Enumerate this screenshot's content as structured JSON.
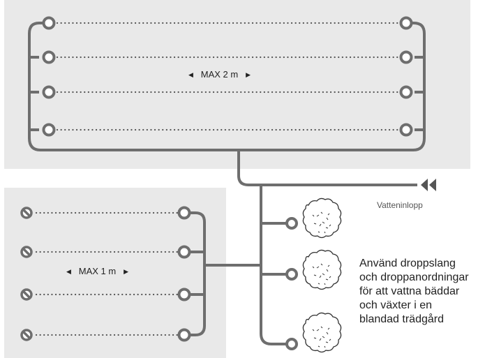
{
  "top_zone": {
    "max_label": "MAX 2 m",
    "left_arrow": "◀",
    "right_arrow": "▶"
  },
  "bottom_zone": {
    "max_label": "MAX 1 m",
    "left_arrow": "◀",
    "right_arrow": "▶"
  },
  "inlet": {
    "label": "Vatteninlopp",
    "icon": "double-left-arrow-icon"
  },
  "caption": {
    "lines": [
      "Använd droppslang",
      "och droppanordningar",
      "för att vattna bäddar",
      "och växter i en",
      "blandad trädgård"
    ]
  },
  "colors": {
    "pipe": "#6e6e6e",
    "panel": "#e9e9e9",
    "text": "#222222"
  },
  "icons": [
    "end-plug-icon",
    "connector-ring-icon",
    "shrub-icon",
    "dotted-dripline-icon"
  ]
}
